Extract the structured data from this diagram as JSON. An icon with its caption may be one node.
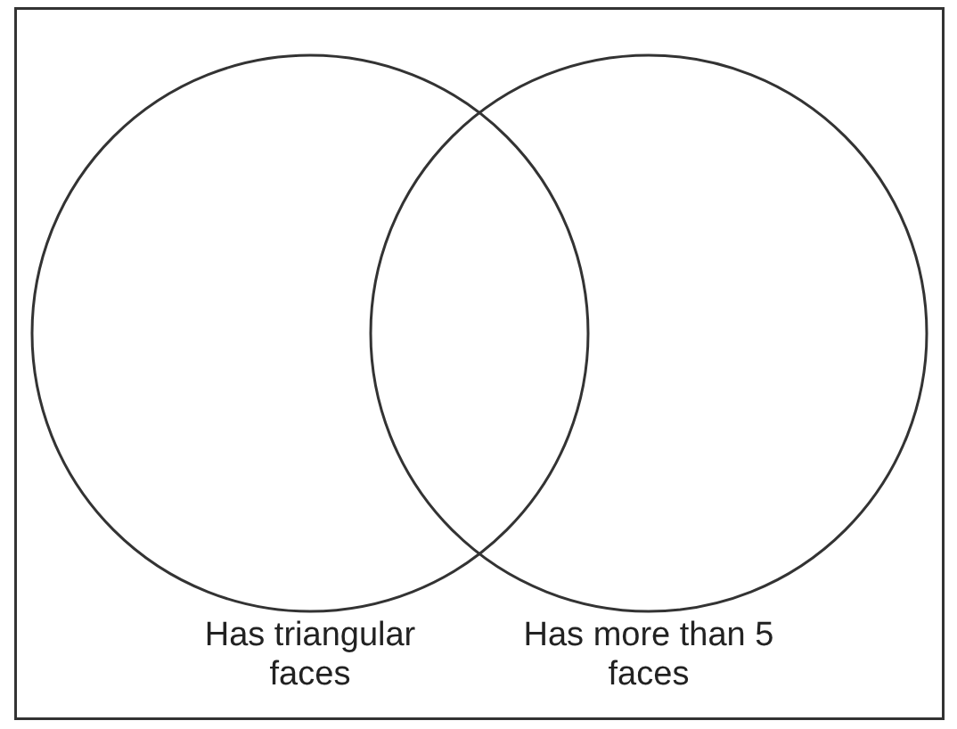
{
  "diagram": {
    "nodes": [
      {
        "text": [],
        "shape": "box"
      },
      {
        "text": [
          "Has triangular faces"
        ],
        "in": 0
      },
      {
        "text": [
          "Has more than 5 faces"
        ],
        "in": 0
      }
    ],
    "edges": []
  }
}
